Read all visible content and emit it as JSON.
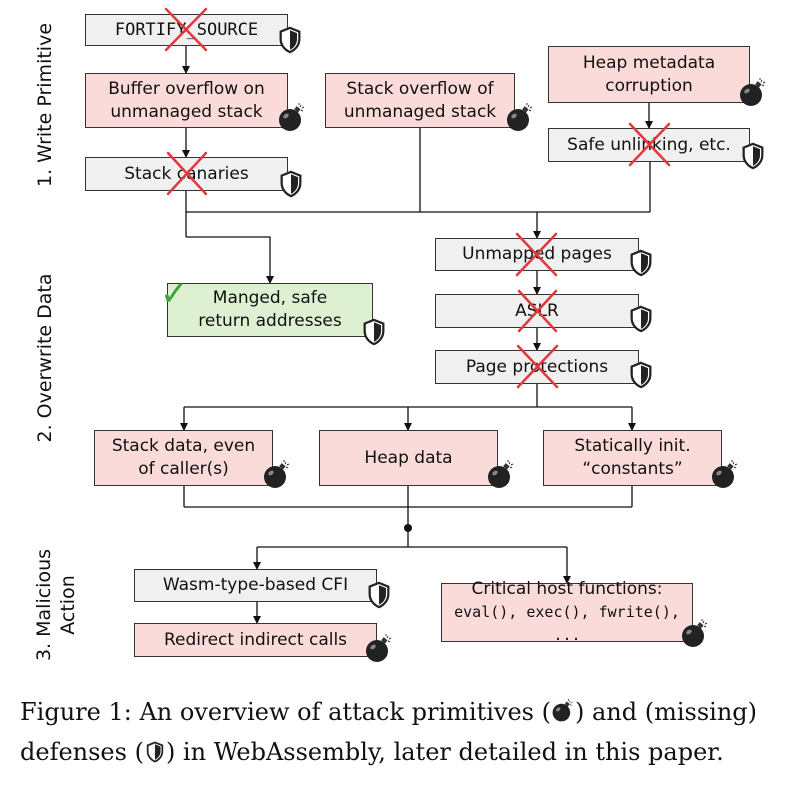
{
  "row_labels": {
    "write": "1. Write Primitive",
    "overwrite": "2. Overwrite Data",
    "malicious_line1": "3. Malicious",
    "malicious_line2": "Action"
  },
  "nodes": {
    "fortify_source": "FORTIFY_SOURCE",
    "buffer_overflow_l1": "Buffer overflow on",
    "buffer_overflow_l2": "unmanaged stack",
    "stack_overflow_l1": "Stack overflow of",
    "stack_overflow_l2": "unmanaged stack",
    "heap_metadata_l1": "Heap metadata",
    "heap_metadata_l2": "corruption",
    "safe_unlinking": "Safe unlinking, etc.",
    "stack_canaries": "Stack canaries",
    "unmapped_pages": "Unmapped pages",
    "managed_l1": "Manged, safe",
    "managed_l2": "return addresses",
    "aslr": "ASLR",
    "page_protections": "Page protections",
    "stack_data_l1": "Stack data, even",
    "stack_data_l2": "of caller(s)",
    "heap_data": "Heap data",
    "static_l1": "Statically init.",
    "static_l2": "“constants”",
    "wasm_cfi": "Wasm-type-based CFI",
    "redirect_calls": "Redirect indirect calls",
    "critical_host_l1": "Critical host functions:",
    "critical_host_l2": "eval(), exec(), fwrite(), ..."
  },
  "checkmark": "✓",
  "caption": {
    "part1": "Figure 1: An overview of attack primitives (",
    "part2": ") and (missing) defenses (",
    "part3": ") in WebAssembly, later detailed in this paper."
  },
  "colors": {
    "attack": "#fbdada",
    "defense": "#f0f0f0",
    "safe": "#def0d2",
    "cross": "#e2383b",
    "check": "#3aa635"
  }
}
